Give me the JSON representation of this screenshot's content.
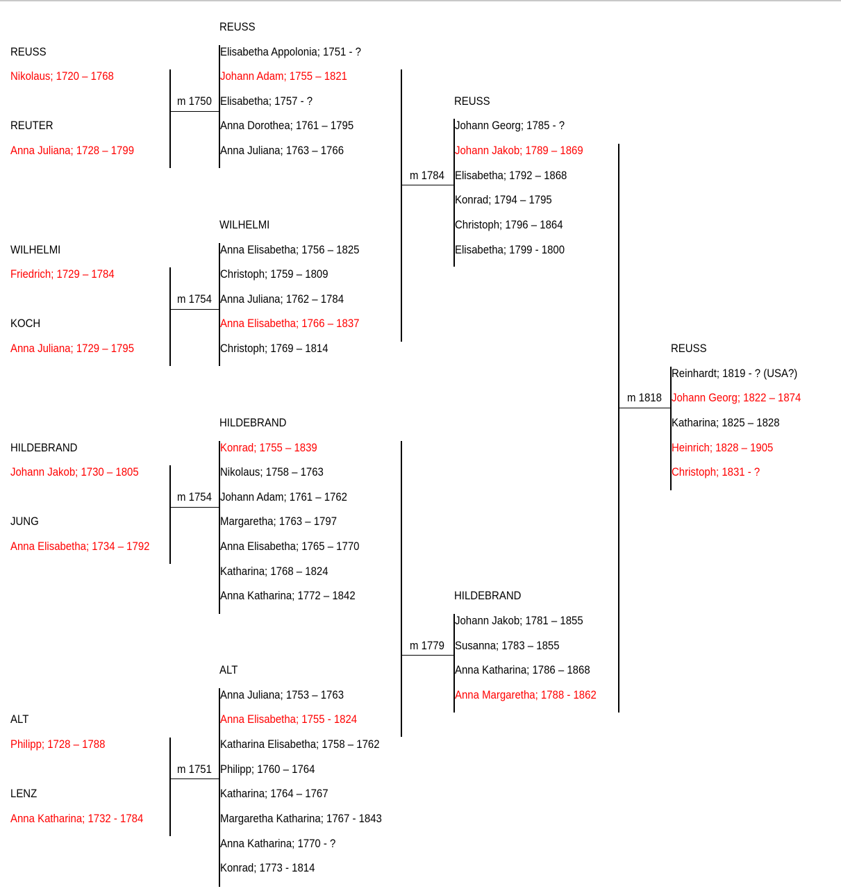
{
  "colors": {
    "line": "#000000",
    "text": "#000000",
    "highlight": "#ff0000",
    "top_rule": "#c8c8c8"
  },
  "generation1": [
    {
      "husband": {
        "surname": "REUSS",
        "given": "Nikolaus; 1720 – 1768"
      },
      "wife": {
        "surname": "REUTER",
        "given": "Anna Juliana; 1728 – 1799"
      },
      "marriage": "m 1750"
    },
    {
      "husband": {
        "surname": "WILHELMI",
        "given": "Friedrich; 1729 – 1784"
      },
      "wife": {
        "surname": "KOCH",
        "given": "Anna Juliana; 1729 – 1795"
      },
      "marriage": "m 1754"
    },
    {
      "husband": {
        "surname": "HILDEBRAND",
        "given": "Johann Jakob; 1730 – 1805"
      },
      "wife": {
        "surname": "JUNG",
        "given": "Anna Elisabetha; 1734 – 1792"
      },
      "marriage": "m 1754"
    },
    {
      "husband": {
        "surname": "ALT",
        "given": "Philipp; 1728 – 1788"
      },
      "wife": {
        "surname": "LENZ",
        "given": "Anna Katharina; 1732 - 1784"
      },
      "marriage": "m 1751"
    }
  ],
  "generation2": [
    {
      "surname": "REUSS",
      "children": [
        {
          "text": "Elisabetha Appolonia; 1751 - ?",
          "ancestor": false
        },
        {
          "text": "Johann Adam; 1755 – 1821",
          "ancestor": true
        },
        {
          "text": "Elisabetha; 1757 - ?",
          "ancestor": false
        },
        {
          "text": "Anna Dorothea; 1761 – 1795",
          "ancestor": false
        },
        {
          "text": "Anna Juliana; 1763 – 1766",
          "ancestor": false
        }
      ]
    },
    {
      "surname": "WILHELMI",
      "children": [
        {
          "text": "Anna Elisabetha; 1756 – 1825",
          "ancestor": false
        },
        {
          "text": "Christoph; 1759 – 1809",
          "ancestor": false
        },
        {
          "text": "Anna Juliana; 1762 – 1784",
          "ancestor": false
        },
        {
          "text": "Anna Elisabetha; 1766 – 1837",
          "ancestor": true
        },
        {
          "text": "Christoph; 1769 – 1814",
          "ancestor": false
        }
      ]
    },
    {
      "surname": "HILDEBRAND",
      "children": [
        {
          "text": "Konrad; 1755 – 1839",
          "ancestor": true
        },
        {
          "text": "Nikolaus; 1758 – 1763",
          "ancestor": false
        },
        {
          "text": "Johann Adam; 1761 – 1762",
          "ancestor": false
        },
        {
          "text": "Margaretha; 1763 – 1797",
          "ancestor": false
        },
        {
          "text": "Anna Elisabetha; 1765 – 1770",
          "ancestor": false
        },
        {
          "text": "Katharina; 1768 – 1824",
          "ancestor": false
        },
        {
          "text": "Anna Katharina; 1772 – 1842",
          "ancestor": false
        }
      ]
    },
    {
      "surname": "ALT",
      "children": [
        {
          "text": "Anna Juliana; 1753 – 1763",
          "ancestor": false
        },
        {
          "text": "Anna Elisabetha; 1755 - 1824",
          "ancestor": true
        },
        {
          "text": "Katharina Elisabetha; 1758 – 1762",
          "ancestor": false
        },
        {
          "text": "Philipp; 1760 – 1764",
          "ancestor": false
        },
        {
          "text": "Katharina; 1764 – 1767",
          "ancestor": false
        },
        {
          "text": "Margaretha Katharina; 1767 - 1843",
          "ancestor": false
        },
        {
          "text": "Anna Katharina; 1770 - ?",
          "ancestor": false
        },
        {
          "text": "Konrad; 1773 - 1814",
          "ancestor": false
        }
      ]
    }
  ],
  "gen2_marriages": [
    "m 1784",
    "m 1779"
  ],
  "generation3": [
    {
      "surname": "REUSS",
      "children": [
        {
          "text": "Johann Georg; 1785 - ?",
          "ancestor": false
        },
        {
          "text": "Johann Jakob; 1789 – 1869",
          "ancestor": true
        },
        {
          "text": "Elisabetha; 1792 – 1868",
          "ancestor": false
        },
        {
          "text": "Konrad; 1794 – 1795",
          "ancestor": false
        },
        {
          "text": "Christoph; 1796 – 1864",
          "ancestor": false
        },
        {
          "text": "Elisabetha; 1799 - 1800",
          "ancestor": false
        }
      ]
    },
    {
      "surname": "HILDEBRAND",
      "children": [
        {
          "text": "Johann Jakob; 1781 – 1855",
          "ancestor": false
        },
        {
          "text": "Susanna; 1783 – 1855",
          "ancestor": false
        },
        {
          "text": "Anna Katharina; 1786 – 1868",
          "ancestor": false
        },
        {
          "text": "Anna Margaretha; 1788 - 1862",
          "ancestor": true
        }
      ]
    }
  ],
  "gen3_marriage": "m 1818",
  "generation4": {
    "surname": "REUSS",
    "children": [
      {
        "text": "Reinhardt; 1819 - ? (USA?)",
        "ancestor": false
      },
      {
        "text": "Johann Georg; 1822 – 1874",
        "ancestor": true
      },
      {
        "text": "Katharina; 1825 – 1828",
        "ancestor": false
      },
      {
        "text": "Heinrich; 1828 – 1905",
        "ancestor": true
      },
      {
        "text": "Christoph; 1831 - ?",
        "ancestor": true
      }
    ]
  }
}
